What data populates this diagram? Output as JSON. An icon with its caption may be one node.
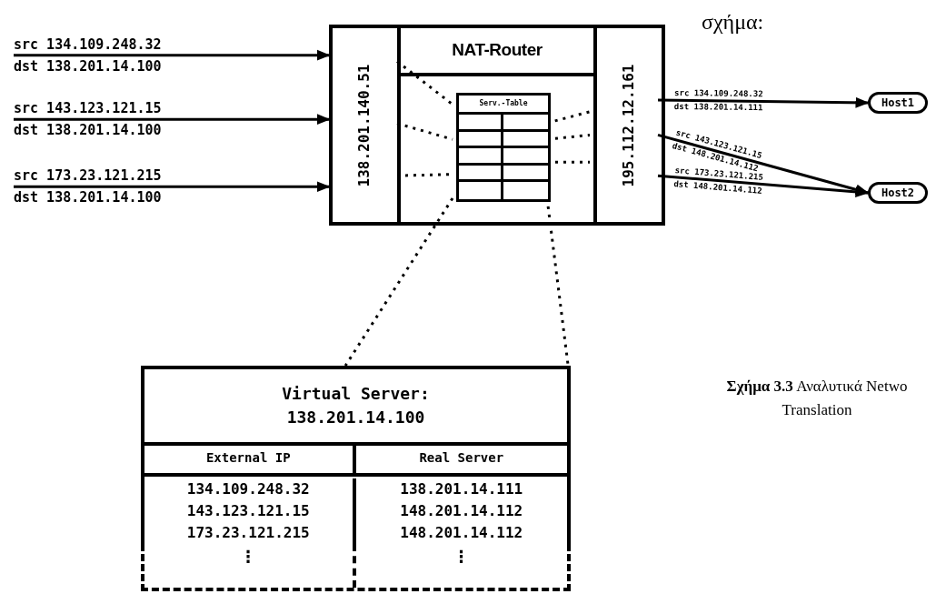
{
  "diagram": {
    "caption": "**Σχήμα 3.3** Αναλυτικά Netwo Translation",
    "nodes": [
      {
        "text": [
          "NAT-Router"
        ]
      },
      {
        "text": [
          "138.201.140.51"
        ],
        "in": 0
      },
      {
        "text": [
          "195.112.12.161"
        ],
        "in": 0
      },
      {
        "text": [
          "Serv.-Table"
        ],
        "in": 0
      },
      {
        "text": [
          "Host1"
        ]
      },
      {
        "text": [
          "Host2"
        ]
      },
      {
        "text": [
          "Virtual Server: 138.201.14.100"
        ]
      }
    ],
    "edges": [
      {
        "from": null,
        "to": 1,
        "arrow": "to",
        "label": "src 134.109.248.32 dst 138.201.14.100"
      },
      {
        "from": null,
        "to": 1,
        "arrow": "to",
        "label": "src 143.123.121.15 dst 138.201.14.100"
      },
      {
        "from": null,
        "to": 1,
        "arrow": "to",
        "label": "src 173.23.121.215 dst 138.201.14.100"
      },
      {
        "from": 2,
        "to": 4,
        "arrow": "to",
        "label": "src 134.109.248.32 dst 138.201.14.111"
      },
      {
        "from": 2,
        "to": 5,
        "arrow": "to",
        "label": "src 143.123.121.15 dst 148.201.14.112"
      },
      {
        "from": 2,
        "to": 5,
        "arrow": "to",
        "label": "src 173.23.121.215 dst 148.201.14.112"
      },
      {
        "from": 1,
        "to": 3,
        "arrow": "none",
        "style": "dashed"
      },
      {
        "from": 1,
        "to": 3,
        "arrow": "none",
        "style": "dashed"
      },
      {
        "from": 1,
        "to": 3,
        "arrow": "none",
        "style": "dashed"
      },
      {
        "from": 3,
        "to": 2,
        "arrow": "none",
        "style": "dashed"
      },
      {
        "from": 3,
        "to": 2,
        "arrow": "none",
        "style": "dashed"
      },
      {
        "from": 3,
        "to": 2,
        "arrow": "none",
        "style": "dashed"
      },
      {
        "from": 3,
        "to": 6,
        "arrow": "none",
        "style": "dashed"
      },
      {
        "from": 3,
        "to": 6,
        "arrow": "none",
        "style": "dashed"
      }
    ],
    "labels": [
      "σχήμα:",
      "External IP",
      "Real Server",
      "134.109.248.32",
      "138.201.14.111",
      "143.123.121.15",
      "148.201.14.112",
      "173.23.121.215",
      "148.201.14.112",
      "⋮",
      "⋮"
    ]
  }
}
